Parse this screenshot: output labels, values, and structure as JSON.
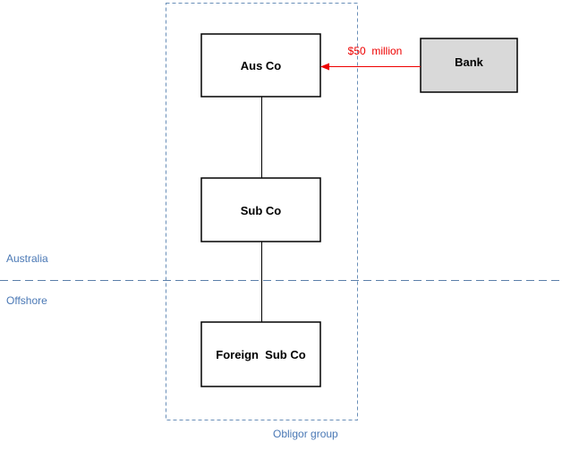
{
  "entities": {
    "aus_co": "Aus Co",
    "sub_co": "Sub Co",
    "foreign_sub_co": "Foreign  Sub Co",
    "bank": "Bank"
  },
  "loan": {
    "amount": "$50  million"
  },
  "regions": {
    "onshore": "Australia",
    "offshore": "Offshore"
  },
  "group": {
    "label": "Obligor group"
  },
  "colors": {
    "region_text": "#4a78b5",
    "divider": "#5b7fa9",
    "group_border": "#6a8fb8",
    "loan_arrow": "#ee0000",
    "bank_fill": "#d9d9d9",
    "box_fill": "#ffffff"
  }
}
